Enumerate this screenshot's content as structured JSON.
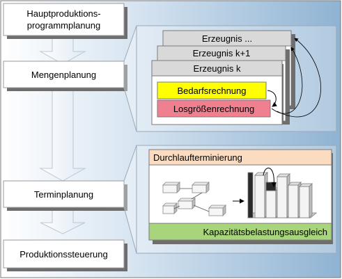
{
  "colors": {
    "background_gradient": [
      "#ffffff",
      "#8fb3d3"
    ],
    "step_box": "#ffffff",
    "calc_yellow": "#ffff00",
    "calc_pink": "#f07f90",
    "header_orange": "#fbdcc0",
    "footer_green": "#a8d47c"
  },
  "steps": [
    {
      "label": "Hauptproduktions-\nprogrammplanung"
    },
    {
      "label": "Mengenplanung"
    },
    {
      "label": "Terminplanung"
    },
    {
      "label": "Produktionssteuerung"
    }
  ],
  "mengenplanung_detail": {
    "products": [
      "Erzeugnis ...",
      "Erzeugnis k+1",
      "Erzeugnis k"
    ],
    "bedarfsrechnung": "Bedarfsrechnung",
    "losgroessenrechnung": "Losgrößenrechnung"
  },
  "terminplanung_detail": {
    "durchlaufterminierung": "Durchlaufterminierung",
    "kapazitaetsausgleich": "Kapazitätsbelastungsausgleich"
  }
}
